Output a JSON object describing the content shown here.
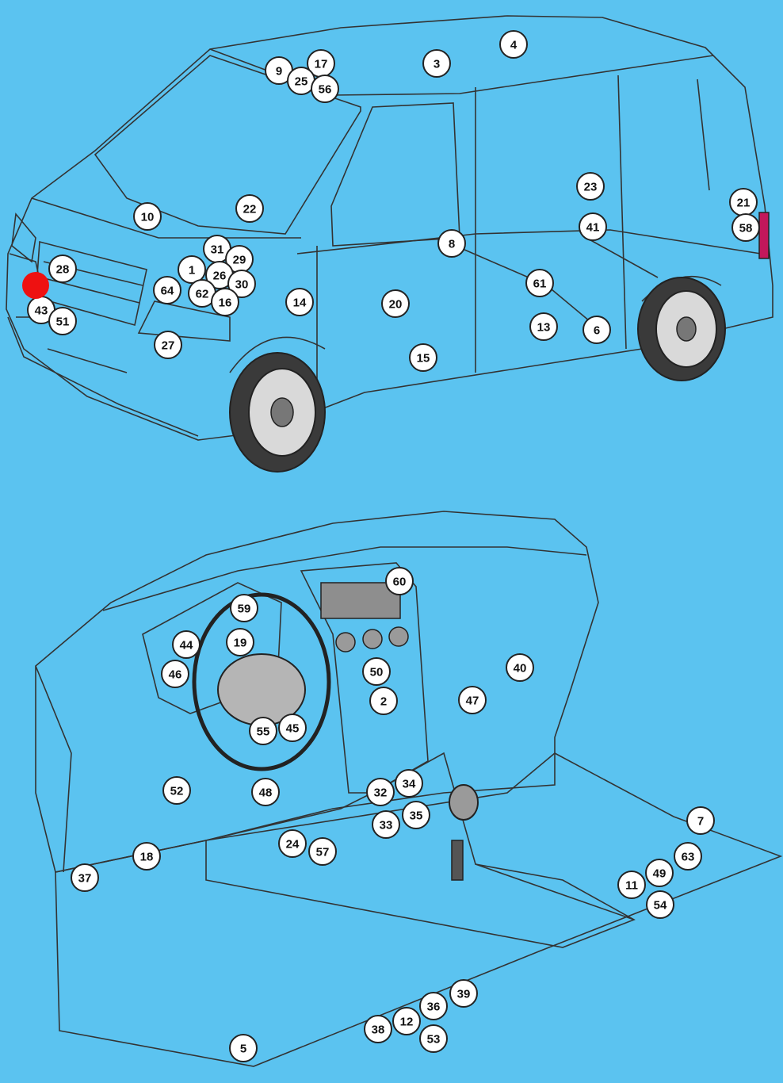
{
  "colors": {
    "background": "#5bc3f0",
    "van_body": "#f7ef9a",
    "glass": "#6f6f6f",
    "interior": "#cfcfcf",
    "console": "#8a8a8a",
    "highlight": "#ee1111"
  },
  "van": {
    "highlight_marker": "red-dot",
    "markers": [
      "3",
      "4",
      "9",
      "17",
      "25",
      "56",
      "22",
      "23",
      "21",
      "58",
      "41",
      "10",
      "8",
      "31",
      "29",
      "1",
      "26",
      "30",
      "28",
      "64",
      "62",
      "16",
      "61",
      "14",
      "20",
      "13",
      "6",
      "43",
      "51",
      "27",
      "15"
    ]
  },
  "dashboard": {
    "markers": [
      "60",
      "59",
      "19",
      "44",
      "46",
      "50",
      "2",
      "40",
      "47",
      "55",
      "45",
      "52",
      "48",
      "32",
      "34",
      "33",
      "35",
      "24",
      "57",
      "18",
      "37",
      "7",
      "63",
      "49",
      "11",
      "54",
      "39",
      "36",
      "12",
      "38",
      "53",
      "5"
    ]
  }
}
